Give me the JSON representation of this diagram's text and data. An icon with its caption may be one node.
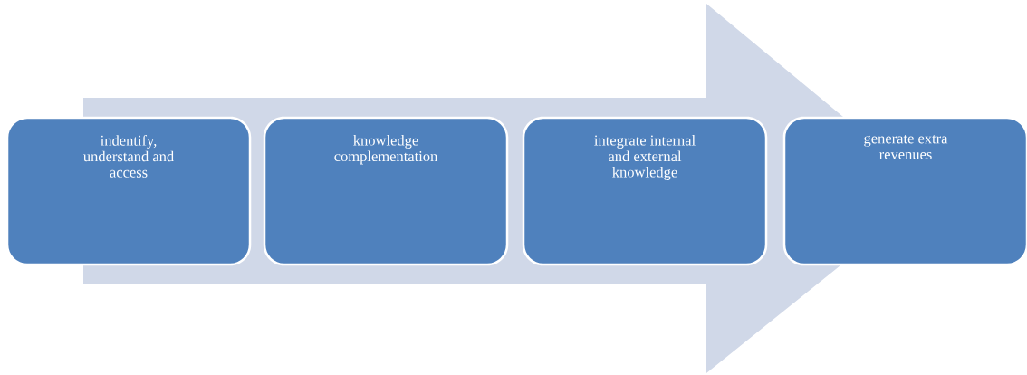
{
  "diagram": {
    "nodes": [
      {
        "text": [
          "indentify, understand and access"
        ]
      },
      {
        "text": [
          "knowledge complementation"
        ]
      },
      {
        "text": [
          "integrate internal and external knowledge"
        ]
      },
      {
        "text": [
          "generate extra revenues"
        ]
      }
    ],
    "edges": [
      {
        "from": 0,
        "to": 3,
        "arrow": "to"
      }
    ]
  }
}
